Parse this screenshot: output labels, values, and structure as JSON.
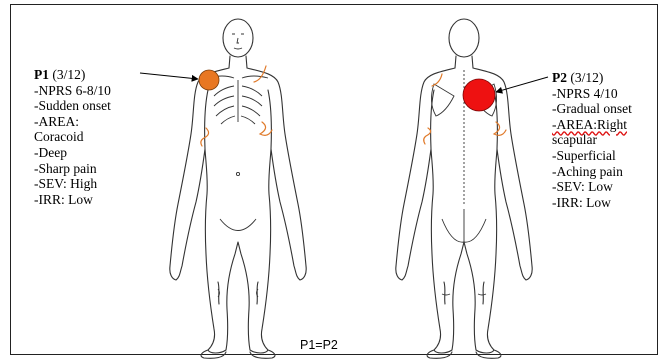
{
  "p1": {
    "id": "P1",
    "duration": "(3/12)",
    "lines": [
      "-NPRS 6-8/10",
      "-Sudden onset",
      "-AREA:",
      "Coracoid",
      "-Deep",
      "-Sharp pain",
      "-SEV: High",
      "-IRR: Low"
    ],
    "marker_color": "#e87722"
  },
  "p2": {
    "id": "P2",
    "duration": "(3/12)",
    "lines": [
      "-NPRS 4/10",
      "-Gradual onset",
      "-AREA:Right",
      "scapular",
      "-Superficial",
      "-Aching pain",
      "-SEV: Low",
      "-IRR: Low"
    ],
    "marker_color": "#ee1111"
  },
  "relation": "P1=P2",
  "mark_color": "#e07a2a"
}
